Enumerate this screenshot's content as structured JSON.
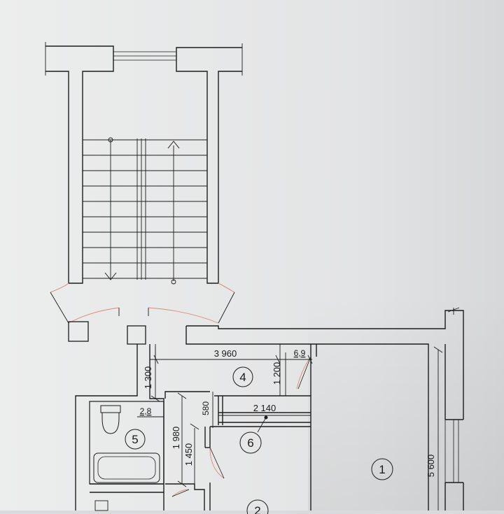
{
  "colors": {
    "paper": "#e6e7e8",
    "ink": "#1c1c1c",
    "door_arc": "#d98a80",
    "shadow": "#c8cacc"
  },
  "dimensions": {
    "hall_width": "3 960",
    "hall_height": "1 300",
    "door_gap": "6,9",
    "door_gap_height": "1 200",
    "closet_width": "2 140",
    "closet_depth": "580",
    "bath_width": "2,8",
    "bath_height": "1 980",
    "bath_lower": "1 450",
    "room_height": "5 600"
  },
  "rooms": {
    "room_1": "1",
    "room_2": "2",
    "room_4": "4",
    "room_5": "5",
    "room_6": "6"
  }
}
